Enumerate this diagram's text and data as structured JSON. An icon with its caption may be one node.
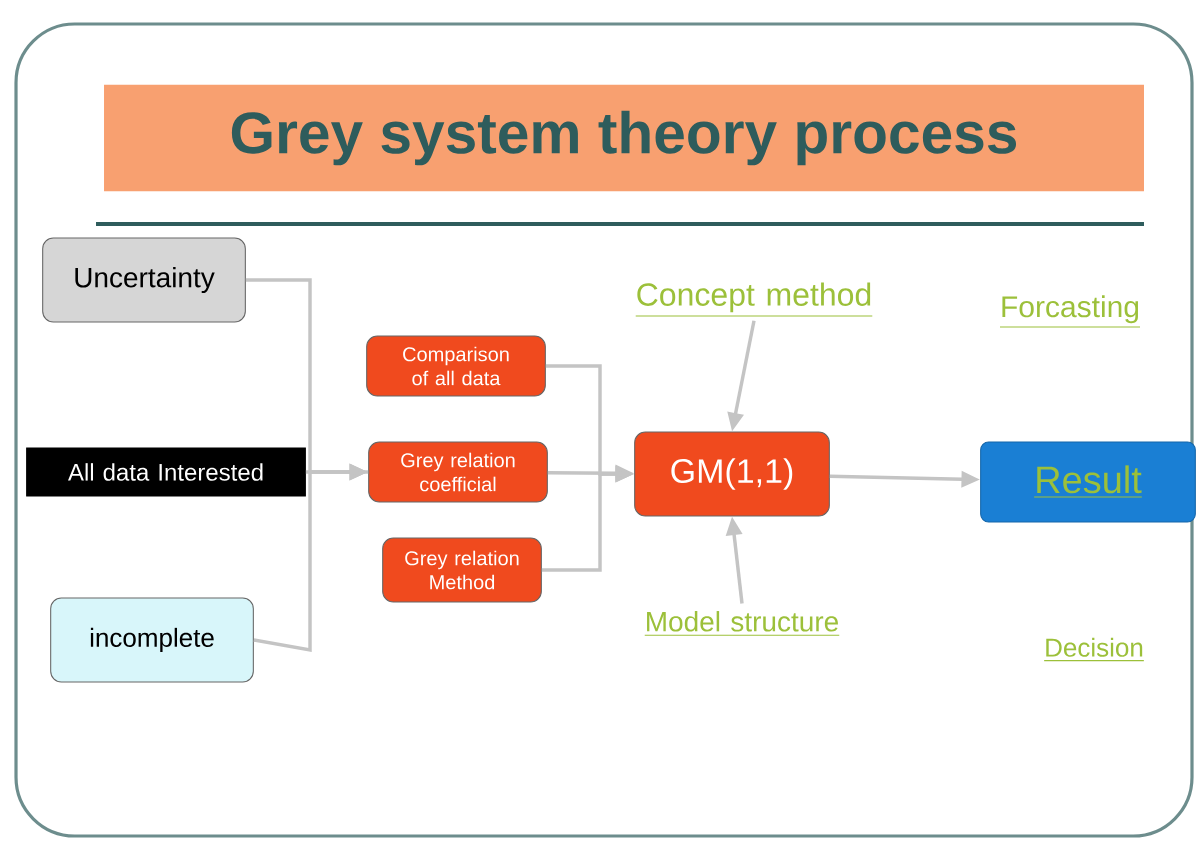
{
  "diagram": {
    "title": "Grey system theory  process",
    "nodes": [
      {
        "text": [
          "Uncertainty"
        ]
      },
      {
        "text": [
          "All data Interested"
        ]
      },
      {
        "text": [
          "incomplete"
        ]
      },
      {
        "text": [
          "Comparison of all data"
        ]
      },
      {
        "text": [
          "Grey relation coefficial"
        ]
      },
      {
        "text": [
          "Grey relation Method"
        ]
      },
      {
        "text": [
          "GM(1,1)"
        ]
      },
      {
        "text": [
          "Concept method"
        ]
      },
      {
        "text": [
          "Model structure"
        ]
      },
      {
        "text": [
          "Result"
        ]
      }
    ],
    "edges": [
      {
        "from": 0,
        "to": 4,
        "arrow": "to"
      },
      {
        "from": 1,
        "to": 4,
        "arrow": "none"
      },
      {
        "from": 2,
        "to": 4,
        "arrow": "to"
      },
      {
        "from": 3,
        "to": 6,
        "arrow": "to"
      },
      {
        "from": 4,
        "to": 6,
        "arrow": "to"
      },
      {
        "from": 5,
        "to": 6,
        "arrow": "to"
      },
      {
        "from": 7,
        "to": 6,
        "arrow": "to"
      },
      {
        "from": 8,
        "to": 6,
        "arrow": "to"
      },
      {
        "from": 6,
        "to": 9,
        "arrow": "to"
      }
    ],
    "labels": [
      "Forcasting",
      "Decision"
    ]
  }
}
